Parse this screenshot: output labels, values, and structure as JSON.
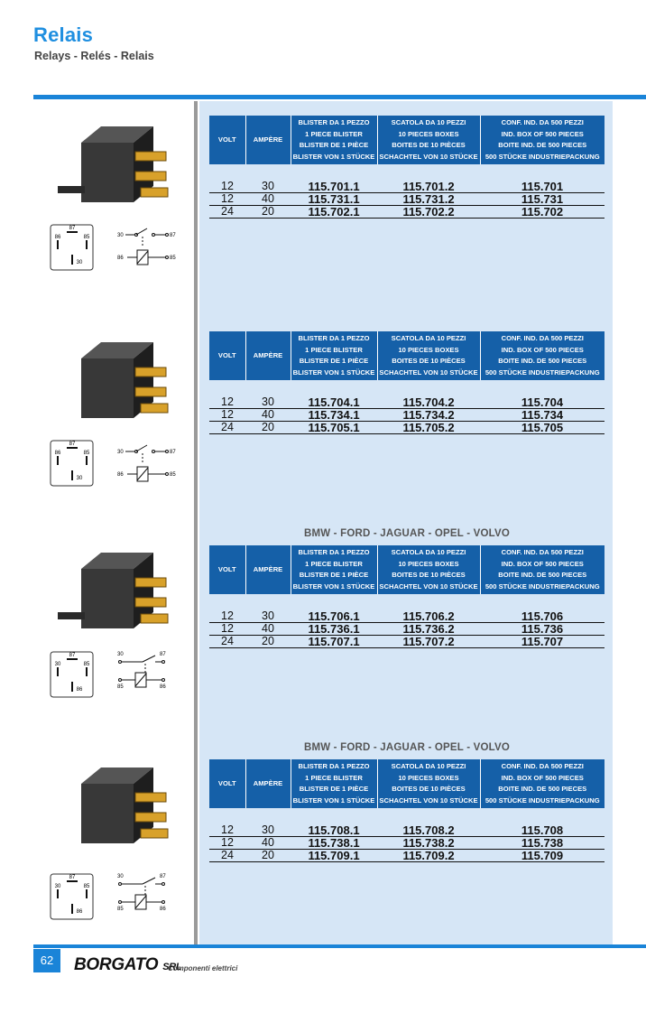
{
  "header": {
    "title": "Relais",
    "subtitle": "Relays - Relés - Relais"
  },
  "columns": {
    "volt": "VOLT",
    "ampere": "AMPÈRE",
    "blister": [
      "BLISTER DA 1 PEZZO",
      "1 PIECE BLISTER",
      "BLISTER DE 1 PIÈCE",
      "BLISTER VON 1 STÜCKE"
    ],
    "box10": [
      "SCATOLA DA 10 PEZZI",
      "10 PIECES BOXES",
      "BOITES DE 10 PIÈCES",
      "SCHACHTEL VON 10 STÜCKE"
    ],
    "box500": [
      "CONF. IND. DA 500 PEZZI",
      "IND. BOX OF 500 PIECES",
      "BOITE IND. DE 500 PIECES",
      "500 STÜCKE INDUSTRIEPACKUNG"
    ]
  },
  "sections": [
    {
      "brands": "",
      "rows": [
        {
          "volt": "12",
          "amp": "30",
          "c1": "115.701.1",
          "c2": "115.701.2",
          "c3": "115.701"
        },
        {
          "volt": "12",
          "amp": "40",
          "c1": "115.731.1",
          "c2": "115.731.2",
          "c3": "115.731"
        },
        {
          "volt": "24",
          "amp": "20",
          "c1": "115.702.1",
          "c2": "115.702.2",
          "c3": "115.702"
        }
      ],
      "pins": {
        "tl": "86",
        "tc": "87",
        "tr": "85",
        "b": "30"
      },
      "schematic": {
        "a": "30",
        "b": "87",
        "c": "86",
        "d": "85"
      }
    },
    {
      "brands": "",
      "rows": [
        {
          "volt": "12",
          "amp": "30",
          "c1": "115.704.1",
          "c2": "115.704.2",
          "c3": "115.704"
        },
        {
          "volt": "12",
          "amp": "40",
          "c1": "115.734.1",
          "c2": "115.734.2",
          "c3": "115.734"
        },
        {
          "volt": "24",
          "amp": "20",
          "c1": "115.705.1",
          "c2": "115.705.2",
          "c3": "115.705"
        }
      ],
      "pins": {
        "tl": "86",
        "tc": "87",
        "tr": "85",
        "b": "30"
      },
      "schematic": {
        "a": "30",
        "b": "87",
        "c": "86",
        "d": "85"
      }
    },
    {
      "brands": "BMW - FORD - JAGUAR - OPEL - VOLVO",
      "rows": [
        {
          "volt": "12",
          "amp": "30",
          "c1": "115.706.1",
          "c2": "115.706.2",
          "c3": "115.706"
        },
        {
          "volt": "12",
          "amp": "40",
          "c1": "115.736.1",
          "c2": "115.736.2",
          "c3": "115.736"
        },
        {
          "volt": "24",
          "amp": "20",
          "c1": "115.707.1",
          "c2": "115.707.2",
          "c3": "115.707"
        }
      ],
      "pins": {
        "tl": "30",
        "tc": "87",
        "tr": "85",
        "b": "86"
      },
      "schematic": {
        "a": "30",
        "b": "87",
        "c": "85",
        "d": "86"
      }
    },
    {
      "brands": "BMW - FORD - JAGUAR - OPEL - VOLVO",
      "rows": [
        {
          "volt": "12",
          "amp": "30",
          "c1": "115.708.1",
          "c2": "115.708.2",
          "c3": "115.708"
        },
        {
          "volt": "12",
          "amp": "40",
          "c1": "115.738.1",
          "c2": "115.738.2",
          "c3": "115.738"
        },
        {
          "volt": "24",
          "amp": "20",
          "c1": "115.709.1",
          "c2": "115.709.2",
          "c3": "115.709"
        }
      ],
      "pins": {
        "tl": "30",
        "tc": "87",
        "tr": "85",
        "b": "86"
      },
      "schematic": {
        "a": "30",
        "b": "87",
        "c": "85",
        "d": "86"
      }
    }
  ],
  "footer": {
    "page": "62",
    "brand": "BORGATO",
    "brand_suffix": "SRL",
    "tagline": "Componenti elettrici"
  }
}
